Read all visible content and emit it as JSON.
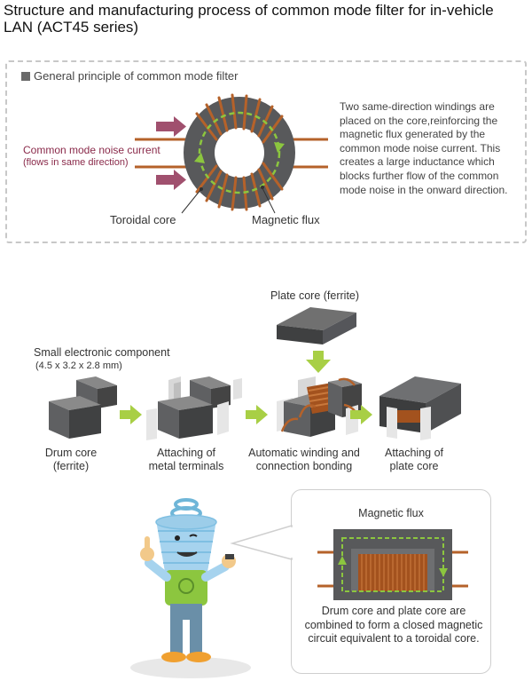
{
  "page": {
    "title": "Structure and manufacturing process of common mode filter for in-vehicle LAN (ACT45 series)"
  },
  "principle": {
    "heading": "General principle of common mode filter",
    "noise_label": "Common mode noise current",
    "noise_sub": "(flows in same direction)",
    "toroid_label": "Toroidal core",
    "flux_label": "Magnetic flux",
    "description": "Two same-direction windings are placed on the core,reinforcing the magnetic flux generated by the common mode noise current. This creates a large inductance which blocks further flow of the common mode noise in the onward direction."
  },
  "process": {
    "plate_core_label": "Plate core (ferrite)",
    "component_label": "Small electronic component",
    "component_dims": "(4.5 x 3.2 x 2.8 mm)",
    "steps": [
      {
        "line1": "Drum core",
        "line2": "(ferrite)"
      },
      {
        "line1": "Attaching of",
        "line2": "metal terminals"
      },
      {
        "line1": "Automatic winding and",
        "line2": "connection bonding"
      },
      {
        "line1": "Attaching of",
        "line2": "plate core"
      }
    ]
  },
  "closed_circuit": {
    "title": "Magnetic flux",
    "description": "Drum core and plate core are combined to form a closed magnetic circuit equivalent to a toroidal core."
  },
  "colors": {
    "noise_arrow": "#a0506e",
    "winding": "#b5622a",
    "core": "#58595b",
    "flux_arrow": "#8cc63f",
    "step_arrow": "#a8cf45"
  }
}
